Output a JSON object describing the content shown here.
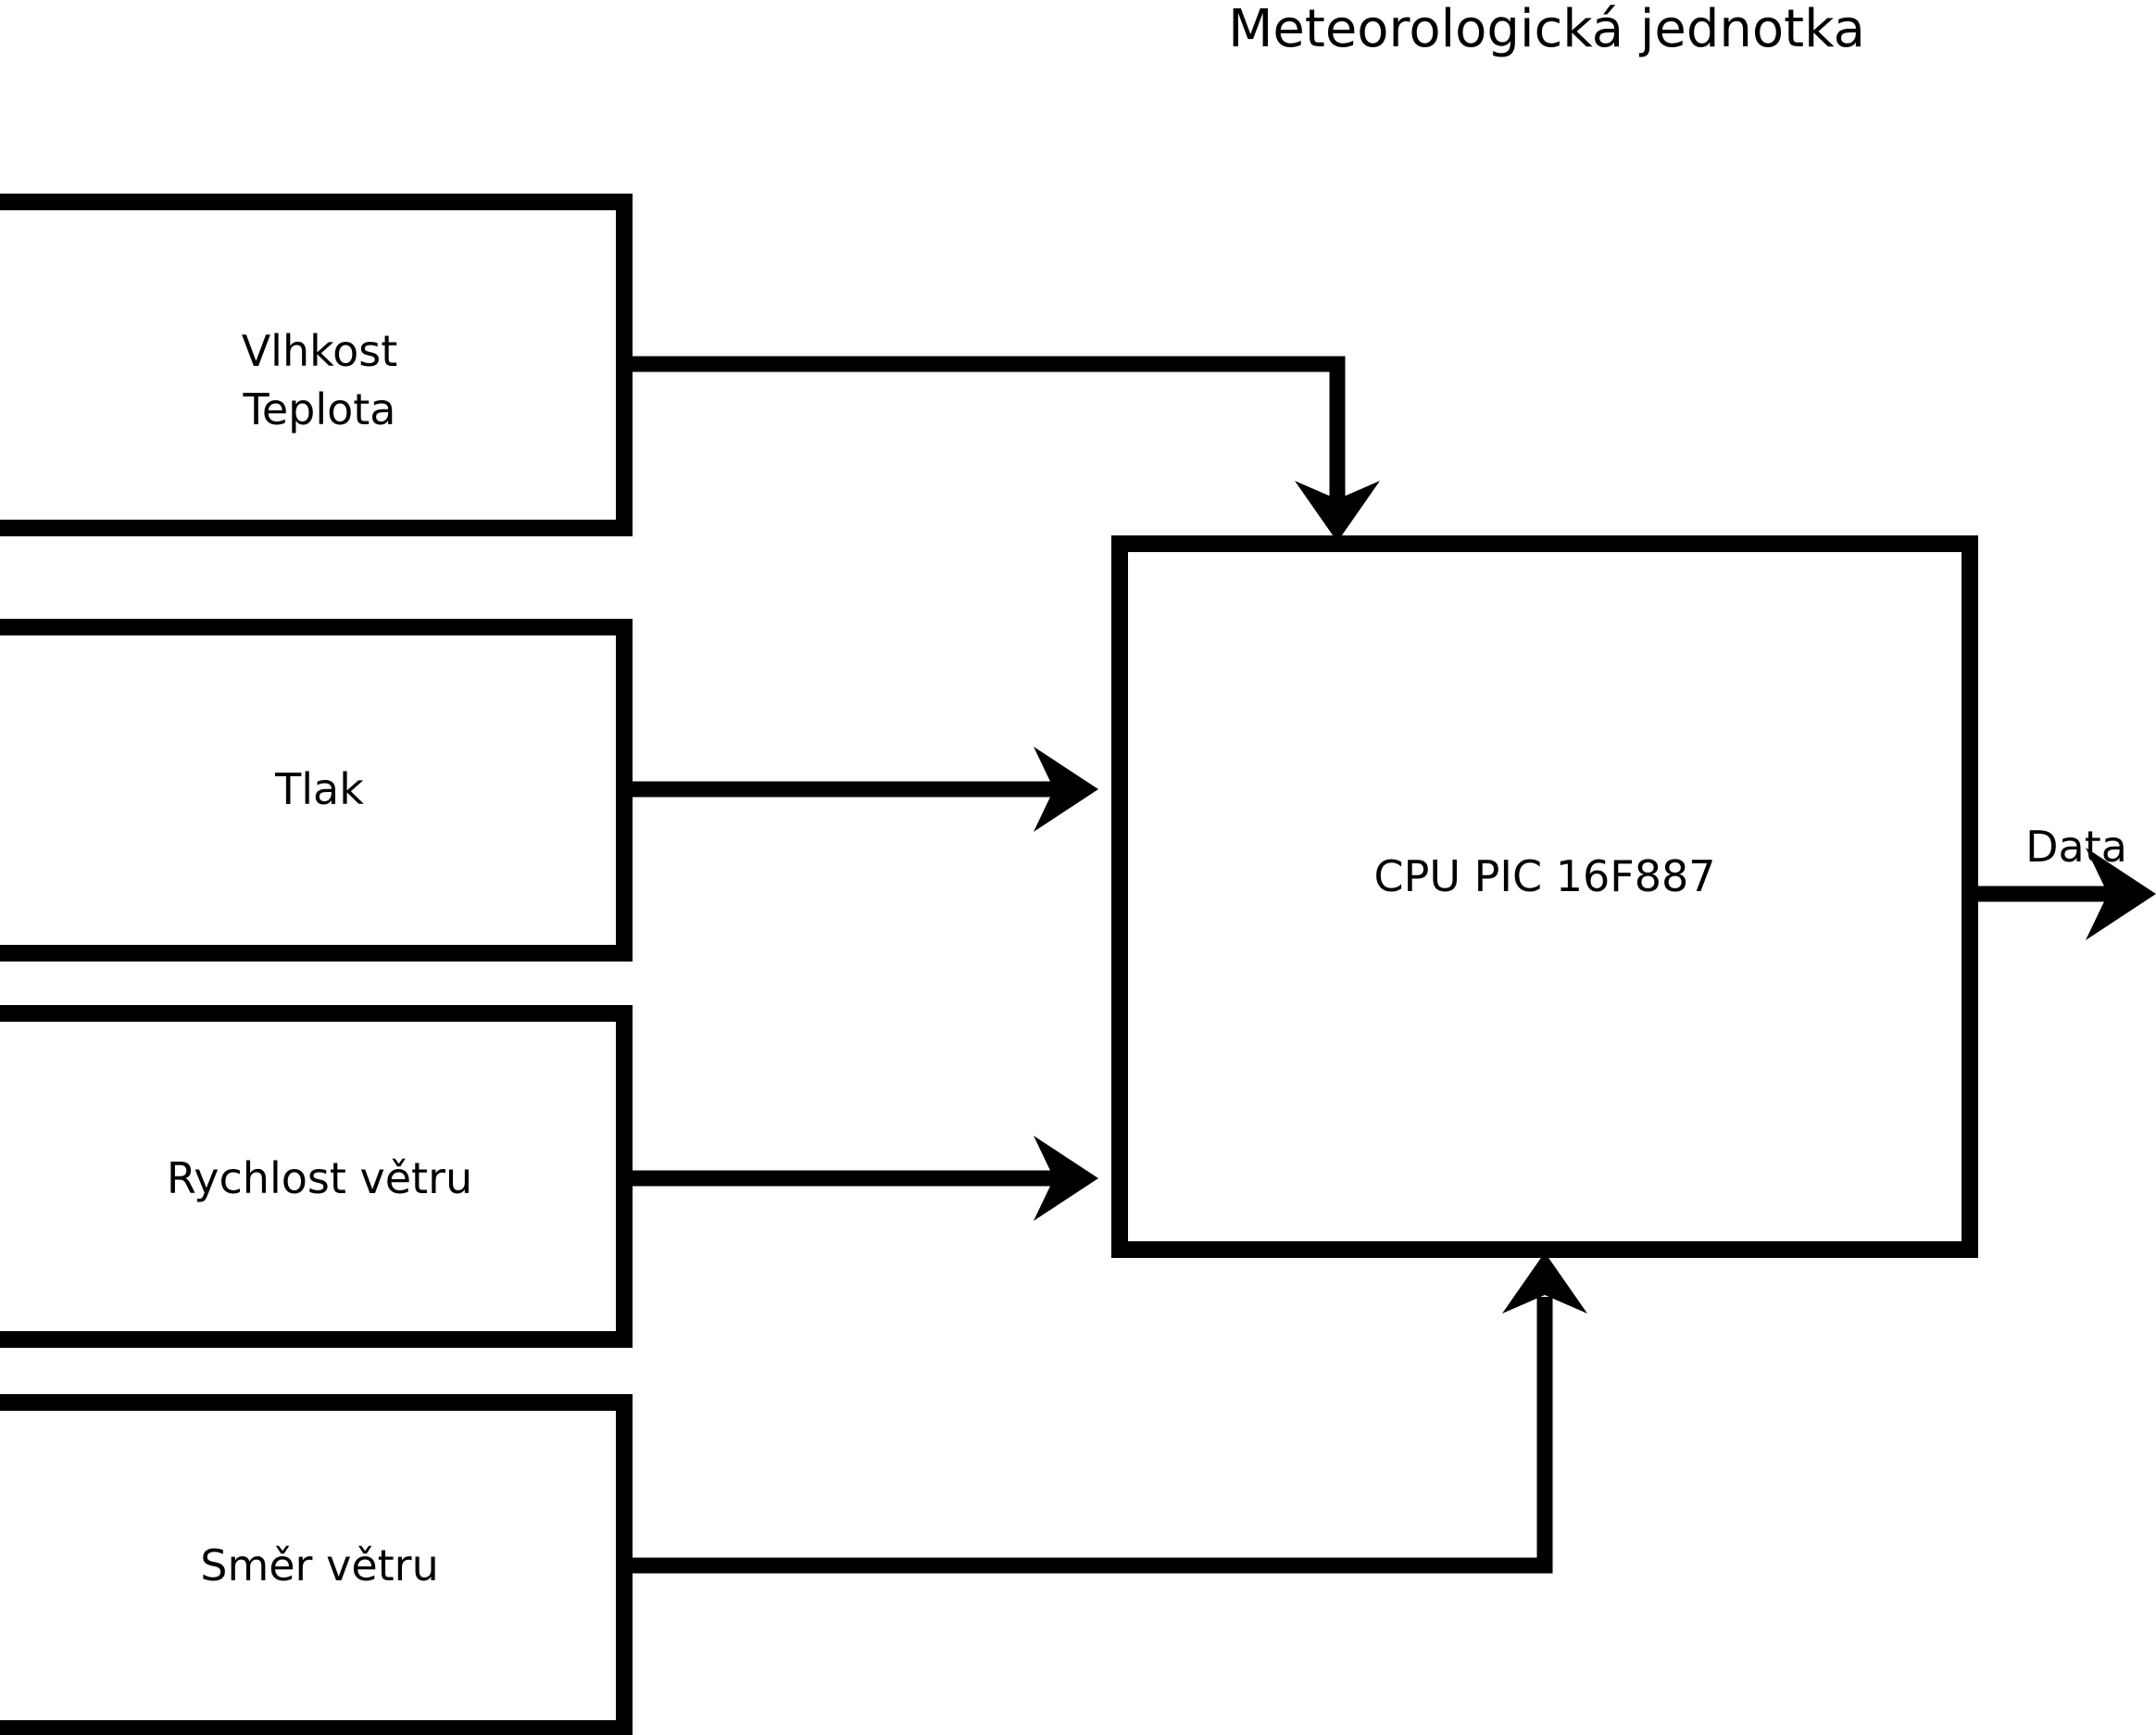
{
  "diagram": {
    "title": "Meteorologická jednotka",
    "background_color": "#ffffff",
    "line_color": "#000000",
    "type": "block-diagram",
    "blocks": [
      {
        "id": "humidity-temperature",
        "label_line1": "Vlhkost",
        "label_line2": "Teplota"
      },
      {
        "id": "pressure",
        "label": "Tlak"
      },
      {
        "id": "wind-speed",
        "label": "Rychlost větru"
      },
      {
        "id": "wind-direction",
        "label": "Směr větru"
      },
      {
        "id": "cpu",
        "label": "CPU PIC 16F887"
      }
    ],
    "connections": [
      {
        "from": "humidity-temperature",
        "to": "cpu",
        "style": "elbow-down",
        "label": ""
      },
      {
        "from": "pressure",
        "to": "cpu",
        "style": "straight-right",
        "label": ""
      },
      {
        "from": "wind-speed",
        "to": "cpu",
        "style": "straight-right",
        "label": ""
      },
      {
        "from": "wind-direction",
        "to": "cpu",
        "style": "elbow-up",
        "label": ""
      },
      {
        "from": "cpu",
        "to": "output",
        "style": "straight-right",
        "label": "Data"
      }
    ],
    "output_label": "Data"
  }
}
